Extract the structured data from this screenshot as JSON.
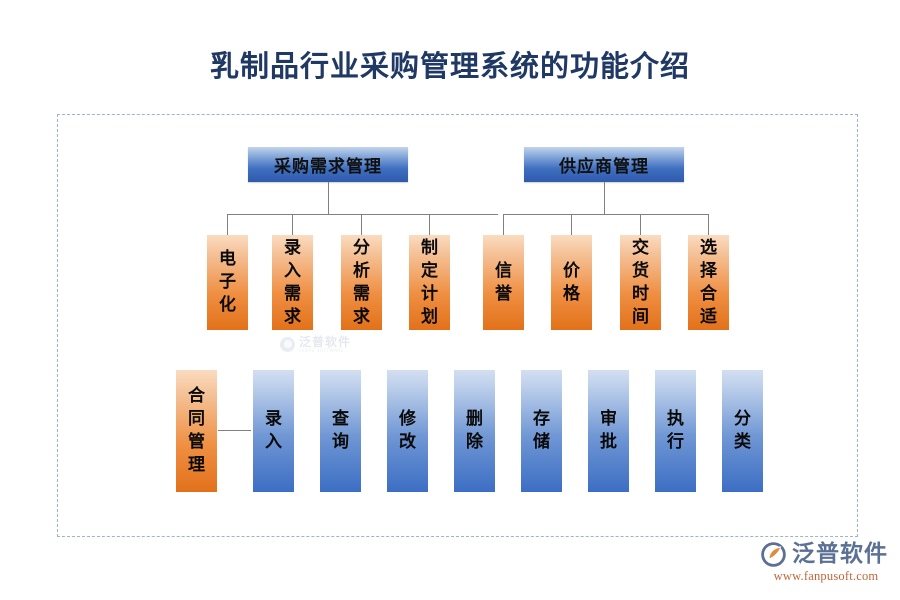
{
  "page": {
    "title": "乳制品行业采购管理系统的功能介绍",
    "title_color": "#1f3864",
    "background": "#ffffff"
  },
  "diagram": {
    "frame_border_color": "#9db3d4",
    "connector_color": "#808080",
    "groups": [
      {
        "id": "purchase-demand",
        "header": "采购需求管理",
        "header_color_top": "#c3d4ea",
        "header_color_bottom": "#2f5aad",
        "children": [
          {
            "label": "电子化"
          },
          {
            "label": "录入需求"
          },
          {
            "label": "分析需求"
          },
          {
            "label": "制定计划"
          }
        ]
      },
      {
        "id": "supplier",
        "header": "供应商管理",
        "header_color_top": "#c3d4ea",
        "header_color_bottom": "#2f5aad",
        "children": [
          {
            "label": "信誉"
          },
          {
            "label": "价格"
          },
          {
            "label": "交货时间"
          },
          {
            "label": "选择合适"
          }
        ]
      }
    ],
    "contract_row": {
      "root": {
        "label": "合同管理",
        "color_top": "#fbdcc0",
        "color_bottom": "#e2711a"
      },
      "items": [
        {
          "label": "录入"
        },
        {
          "label": "查询"
        },
        {
          "label": "修改"
        },
        {
          "label": "删除"
        },
        {
          "label": "存储"
        },
        {
          "label": "审批"
        },
        {
          "label": "执行"
        },
        {
          "label": "分类"
        }
      ]
    }
  },
  "watermark": {
    "cn": "泛普软件",
    "en": "FANPU SOFTWARE"
  },
  "brand": {
    "cn": "泛普软件",
    "url": "www.fanpusoft.com",
    "text_color": "#5b7094",
    "url_color": "#c0663a"
  }
}
